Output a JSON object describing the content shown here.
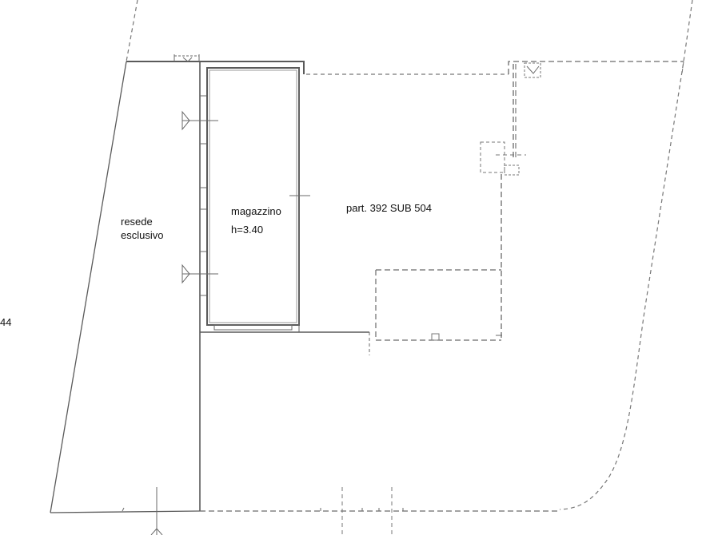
{
  "drawing": {
    "type": "floor plan",
    "labels": {
      "room_name": "magazzino",
      "room_height": "h=3.40",
      "area_line1": "resede",
      "area_line2": "esclusivo",
      "parcel": "part. 392 SUB 504",
      "edge_number": "44"
    },
    "colors": {
      "background": "#ffffff",
      "wall": "#5a5a5a",
      "dashed_boundary": "#6a6a6a",
      "text": "#111111"
    }
  }
}
